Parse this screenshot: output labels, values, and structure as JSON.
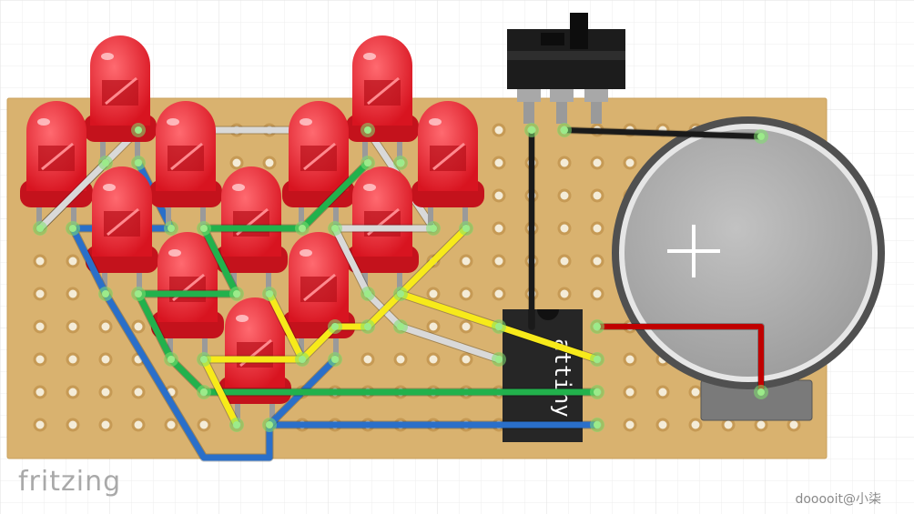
{
  "branding": {
    "logo_text": "fritzing",
    "watermark": "dooooit@小柒"
  },
  "chip": {
    "label": "attiny"
  },
  "colors": {
    "board": "#d9b26f",
    "hole": "#f4ecd8",
    "led": "#e8232e",
    "wire_white": "#d9d9d9",
    "wire_blue": "#2a6fc9",
    "wire_green": "#22b14c",
    "wire_yellow": "#f7ea1a",
    "wire_black": "#1a1a1a",
    "wire_red": "#c00000",
    "battery": "#b3b3b3",
    "chip_body": "#262626"
  },
  "icons": {
    "battery_symbol": "plus-icon"
  }
}
